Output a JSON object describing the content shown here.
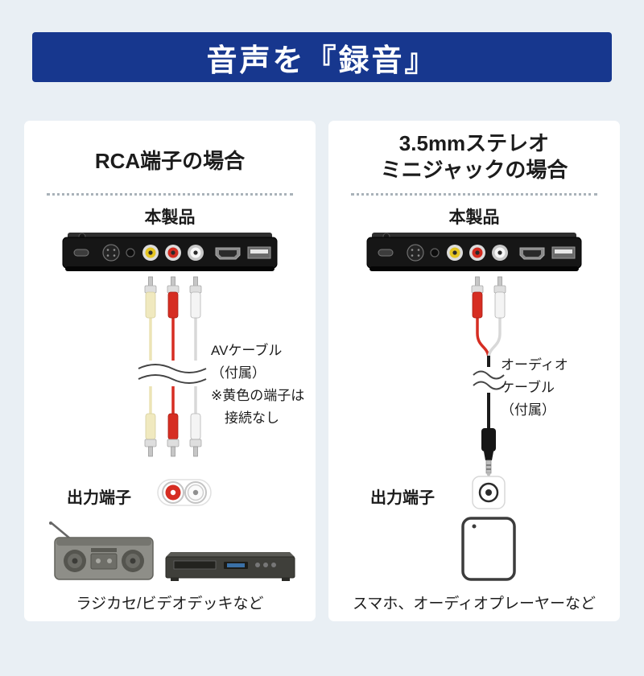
{
  "header": {
    "title": "音声を『録音』"
  },
  "panels": {
    "left": {
      "title": "RCA端子の場合",
      "device_label": "本製品",
      "cable_note_lines": [
        "AVケーブル",
        "（付属）",
        "※黄色の端子は",
        "接続なし"
      ],
      "output_label": "出力端子",
      "caption": "ラジカセ/ビデオデッキなど"
    },
    "right": {
      "title_lines": [
        "3.5mmステレオ",
        "ミニジャックの場合"
      ],
      "device_label": "本製品",
      "cable_note_lines": [
        "オーディオ",
        "ケーブル",
        "（付属）"
      ],
      "output_label": "出力端子",
      "caption": "スマホ、オーディオプレーヤーなど"
    }
  },
  "colors": {
    "header_bg": "#17378e",
    "page_bg": "#e9eff4",
    "rca_yellow": "#e5c522",
    "rca_yellow_pale": "#f0e9bf",
    "rca_red": "#d62d22",
    "rca_white": "#f4f4f4"
  }
}
